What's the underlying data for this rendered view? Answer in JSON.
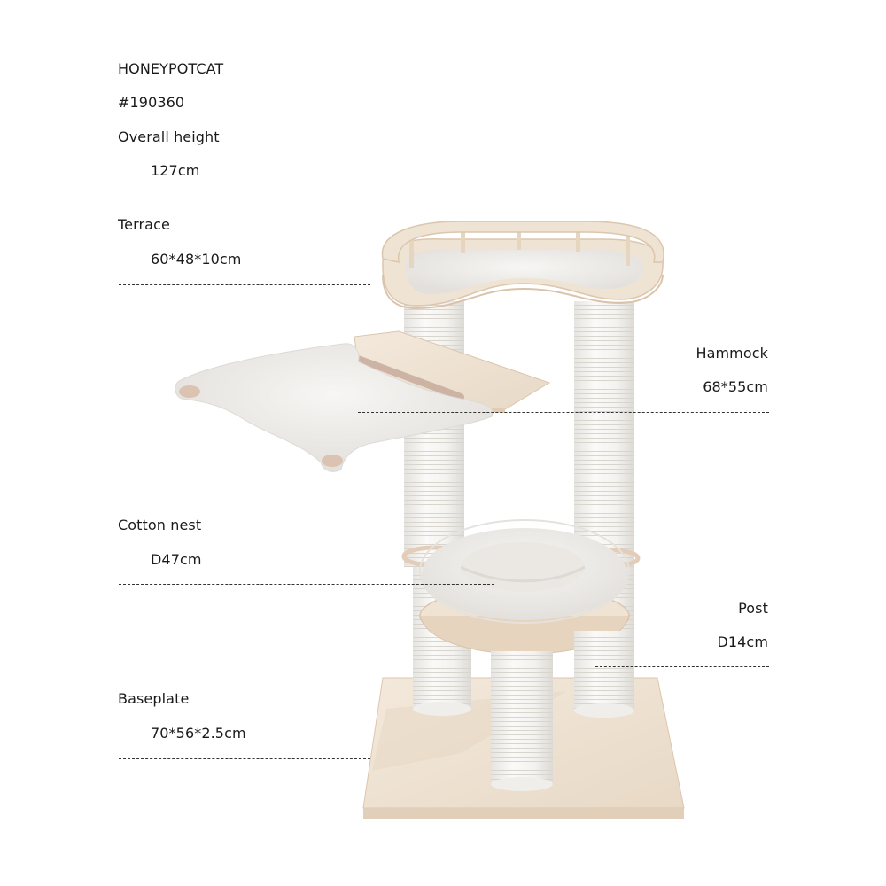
{
  "product": {
    "brand": "HONEYPOTCAT",
    "model_number": "#190360",
    "overall_height_label": "Overall height",
    "overall_height_value": "127cm"
  },
  "callouts": [
    {
      "name": "Terrace",
      "value": "60*48*10cm",
      "side": "left"
    },
    {
      "name": "Hammock",
      "value": "68*55cm",
      "side": "right"
    },
    {
      "name": "Cotton nest",
      "value": "D47cm",
      "side": "left"
    },
    {
      "name": "Post",
      "value": "D14cm",
      "side": "right"
    },
    {
      "name": "Baseplate",
      "value": "70*56*2.5cm",
      "side": "left"
    }
  ],
  "colors": {
    "background": "#ffffff",
    "text": "#1a1a1a",
    "wood": "#efe3d3",
    "wood_edge": "#dcc6ae",
    "plush": "#f1efec",
    "sisal": "#f4f3f1",
    "dash_line": "#333333"
  }
}
